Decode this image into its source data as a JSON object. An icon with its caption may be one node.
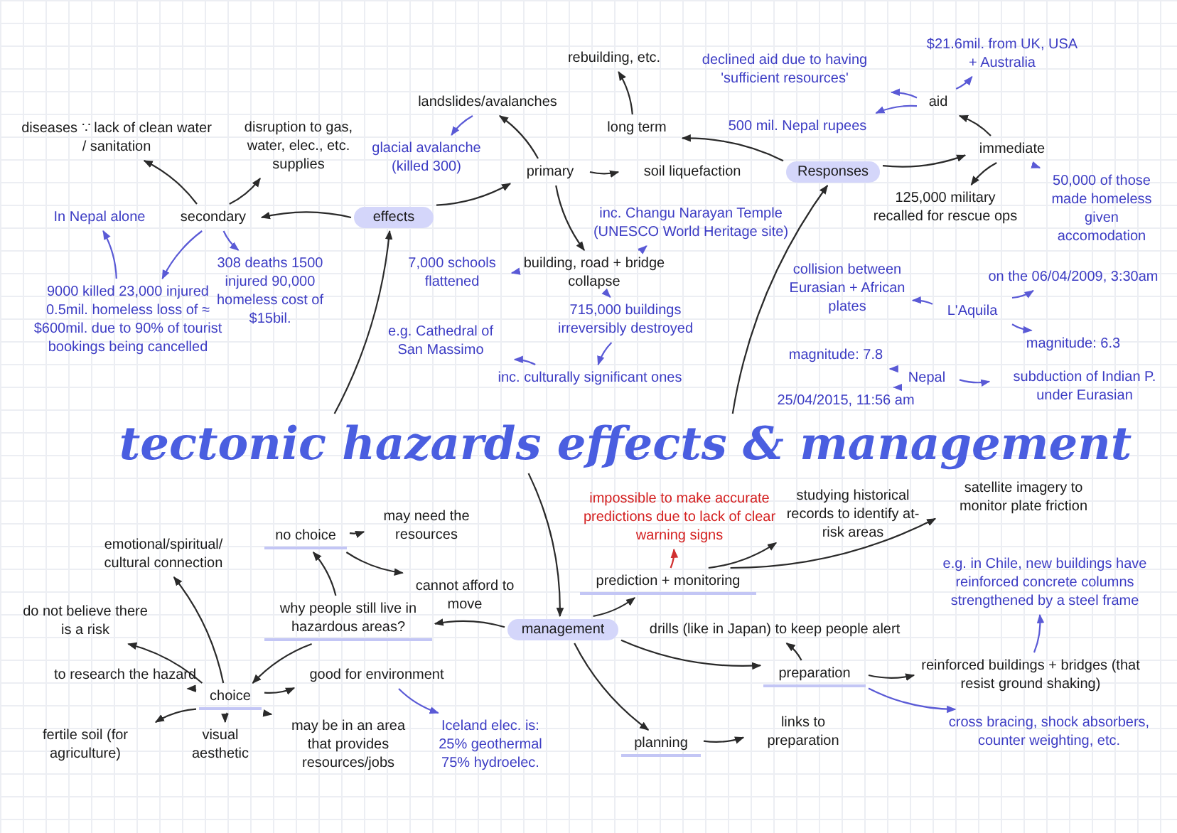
{
  "diagram": {
    "nodes": [
      {
        "text": [
          "tectonic hazards effects & management"
        ]
      },
      {
        "text": [
          "effects"
        ]
      },
      {
        "text": [
          "secondary"
        ]
      },
      {
        "text": [
          "diseases ∵ lack of clean water / sanitation"
        ]
      },
      {
        "text": [
          "disruption to gas, water, elec., etc. supplies"
        ]
      },
      {
        "text": [
          "In Nepal alone"
        ]
      },
      {
        "text": [
          "9000 killed 23,000 injured 0.5mil. homeless loss of ≈ $600mil. due to 90% of tourist bookings being cancelled"
        ]
      },
      {
        "text": [
          "308 deaths 1500 injured 90,000 homeless cost of $15bil."
        ]
      },
      {
        "text": [
          "primary"
        ]
      },
      {
        "text": [
          "landslides/avalanches"
        ]
      },
      {
        "text": [
          "glacial avalanche (killed 300)"
        ]
      },
      {
        "text": [
          "soil liquefaction"
        ]
      },
      {
        "text": [
          "building, road + bridge collapse"
        ]
      },
      {
        "text": [
          "7,000 schools flattened"
        ]
      },
      {
        "text": [
          "inc. Changu Narayan Temple (UNESCO World Heritage site)"
        ]
      },
      {
        "text": [
          "715,000 buildings irreversibly destroyed"
        ]
      },
      {
        "text": [
          "inc. culturally significant ones"
        ]
      },
      {
        "text": [
          "e.g. Cathedral of San Massimo"
        ]
      },
      {
        "text": [
          "Responses"
        ]
      },
      {
        "text": [
          "long term"
        ]
      },
      {
        "text": [
          "rebuilding, etc."
        ]
      },
      {
        "text": [
          "immediate"
        ]
      },
      {
        "text": [
          "aid"
        ]
      },
      {
        "text": [
          "declined aid due to having 'sufficient resources'"
        ]
      },
      {
        "text": [
          "$21.6mil. from UK, USA + Australia"
        ]
      },
      {
        "text": [
          "500 mil. Nepal rupees"
        ]
      },
      {
        "text": [
          "125,000 military recalled for rescue ops"
        ]
      },
      {
        "text": [
          "50,000 of those made homeless given accomodation"
        ]
      },
      {
        "text": [
          "L'Aquila"
        ]
      },
      {
        "text": [
          "collision between Eurasian + African plates"
        ]
      },
      {
        "text": [
          "on the 06/04/2009, 3:30am"
        ]
      },
      {
        "text": [
          "magnitude: 6.3"
        ]
      },
      {
        "text": [
          "Nepal"
        ]
      },
      {
        "text": [
          "magnitude: 7.8"
        ]
      },
      {
        "text": [
          "25/04/2015, 11:56 am"
        ]
      },
      {
        "text": [
          "subduction of Indian P. under Eurasian"
        ]
      },
      {
        "text": [
          "management"
        ]
      },
      {
        "text": [
          "prediction + monitoring"
        ]
      },
      {
        "text": [
          "impossible to make accurate predictions due to lack of clear warning signs"
        ]
      },
      {
        "text": [
          "studying historical records to identify at-risk areas"
        ]
      },
      {
        "text": [
          "satellite imagery to monitor plate friction"
        ]
      },
      {
        "text": [
          "preparation"
        ]
      },
      {
        "text": [
          "drills (like in Japan) to keep people alert"
        ]
      },
      {
        "text": [
          "reinforced buildings + bridges (that resist ground shaking)"
        ]
      },
      {
        "text": [
          "e.g. in Chile, new buildings have reinforced concrete columns strengthened by a steel frame"
        ]
      },
      {
        "text": [
          "cross bracing, shock absorbers, counter weighting, etc."
        ]
      },
      {
        "text": [
          "planning"
        ]
      },
      {
        "text": [
          "links to preparation"
        ]
      },
      {
        "text": [
          "why people still live in hazardous areas?"
        ]
      },
      {
        "text": [
          "no choice"
        ]
      },
      {
        "text": [
          "may need the resources"
        ]
      },
      {
        "text": [
          "cannot afford to move"
        ]
      },
      {
        "text": [
          "choice"
        ]
      },
      {
        "text": [
          "emotional/spiritual/ cultural connection"
        ]
      },
      {
        "text": [
          "do not believe there is a risk"
        ]
      },
      {
        "text": [
          "to research the hazard"
        ]
      },
      {
        "text": [
          "fertile soil (for agriculture)"
        ]
      },
      {
        "text": [
          "visual aesthetic"
        ]
      },
      {
        "text": [
          "may be in an area that provides resources/jobs"
        ]
      },
      {
        "text": [
          "good for environment"
        ]
      },
      {
        "text": [
          "Iceland elec. is: 25% geothermal 75% hydroelec."
        ]
      }
    ],
    "edges": [
      {
        "from": 0,
        "to": 1,
        "arrow": "to"
      },
      {
        "from": 0,
        "to": 18,
        "arrow": "to"
      },
      {
        "from": 0,
        "to": 36,
        "arrow": "to"
      },
      {
        "from": 1,
        "to": 2,
        "arrow": "to"
      },
      {
        "from": 1,
        "to": 8,
        "arrow": "to"
      },
      {
        "from": 2,
        "to": 3,
        "arrow": "to"
      },
      {
        "from": 2,
        "to": 4,
        "arrow": "to"
      },
      {
        "from": 2,
        "to": 6,
        "arrow": "to",
        "color": "#5a5ad6"
      },
      {
        "from": 2,
        "to": 7,
        "arrow": "to",
        "color": "#5a5ad6"
      },
      {
        "from": 6,
        "to": 5,
        "arrow": "to",
        "color": "#5a5ad6"
      },
      {
        "from": 8,
        "to": 9,
        "arrow": "to"
      },
      {
        "from": 8,
        "to": 11,
        "arrow": "to"
      },
      {
        "from": 8,
        "to": 12,
        "arrow": "to"
      },
      {
        "from": 9,
        "to": 10,
        "arrow": "to",
        "color": "#5a5ad6"
      },
      {
        "from": 12,
        "to": 13,
        "arrow": "to",
        "color": "#5a5ad6"
      },
      {
        "from": 12,
        "to": 14,
        "arrow": "to",
        "color": "#5a5ad6"
      },
      {
        "from": 12,
        "to": 15,
        "arrow": "to",
        "color": "#5a5ad6"
      },
      {
        "from": 15,
        "to": 16,
        "arrow": "to",
        "color": "#5a5ad6"
      },
      {
        "from": 16,
        "to": 17,
        "arrow": "to",
        "color": "#5a5ad6"
      },
      {
        "from": 18,
        "to": 19,
        "arrow": "to"
      },
      {
        "from": 18,
        "to": 21,
        "arrow": "to"
      },
      {
        "from": 19,
        "to": 20,
        "arrow": "to"
      },
      {
        "from": 21,
        "to": 22,
        "arrow": "to"
      },
      {
        "from": 21,
        "to": 26,
        "arrow": "to"
      },
      {
        "from": 21,
        "to": 27,
        "arrow": "to",
        "color": "#5a5ad6"
      },
      {
        "from": 22,
        "to": 23,
        "arrow": "to",
        "color": "#5a5ad6"
      },
      {
        "from": 22,
        "to": 24,
        "arrow": "to",
        "color": "#5a5ad6"
      },
      {
        "from": 22,
        "to": 25,
        "arrow": "to",
        "color": "#5a5ad6"
      },
      {
        "from": 28,
        "to": 29,
        "arrow": "to",
        "color": "#5a5ad6"
      },
      {
        "from": 28,
        "to": 30,
        "arrow": "to",
        "color": "#5a5ad6"
      },
      {
        "from": 28,
        "to": 31,
        "arrow": "to",
        "color": "#5a5ad6"
      },
      {
        "from": 32,
        "to": 33,
        "arrow": "to",
        "color": "#5a5ad6"
      },
      {
        "from": 32,
        "to": 34,
        "arrow": "to",
        "color": "#5a5ad6"
      },
      {
        "from": 32,
        "to": 35,
        "arrow": "to",
        "color": "#5a5ad6"
      },
      {
        "from": 36,
        "to": 48,
        "arrow": "to"
      },
      {
        "from": 36,
        "to": 37,
        "arrow": "to"
      },
      {
        "from": 36,
        "to": 41,
        "arrow": "to"
      },
      {
        "from": 36,
        "to": 46,
        "arrow": "to"
      },
      {
        "from": 37,
        "to": 38,
        "arrow": "to",
        "color": "#d03030"
      },
      {
        "from": 37,
        "to": 39,
        "arrow": "to"
      },
      {
        "from": 37,
        "to": 40,
        "arrow": "to"
      },
      {
        "from": 41,
        "to": 42,
        "arrow": "to"
      },
      {
        "from": 41,
        "to": 43,
        "arrow": "to"
      },
      {
        "from": 41,
        "to": 45,
        "arrow": "to",
        "color": "#5a5ad6"
      },
      {
        "from": 43,
        "to": 44,
        "arrow": "to",
        "color": "#5a5ad6"
      },
      {
        "from": 46,
        "to": 47,
        "arrow": "to"
      },
      {
        "from": 48,
        "to": 49,
        "arrow": "to"
      },
      {
        "from": 48,
        "to": 52,
        "arrow": "to"
      },
      {
        "from": 49,
        "to": 50,
        "arrow": "to"
      },
      {
        "from": 49,
        "to": 51,
        "arrow": "to"
      },
      {
        "from": 52,
        "to": 53,
        "arrow": "to"
      },
      {
        "from": 52,
        "to": 54,
        "arrow": "to"
      },
      {
        "from": 52,
        "to": 55,
        "arrow": "to"
      },
      {
        "from": 52,
        "to": 56,
        "arrow": "to"
      },
      {
        "from": 52,
        "to": 57,
        "arrow": "to"
      },
      {
        "from": 52,
        "to": 58,
        "arrow": "to"
      },
      {
        "from": 52,
        "to": 59,
        "arrow": "to"
      },
      {
        "from": 59,
        "to": 60,
        "arrow": "to",
        "color": "#5a5ad6"
      }
    ]
  }
}
